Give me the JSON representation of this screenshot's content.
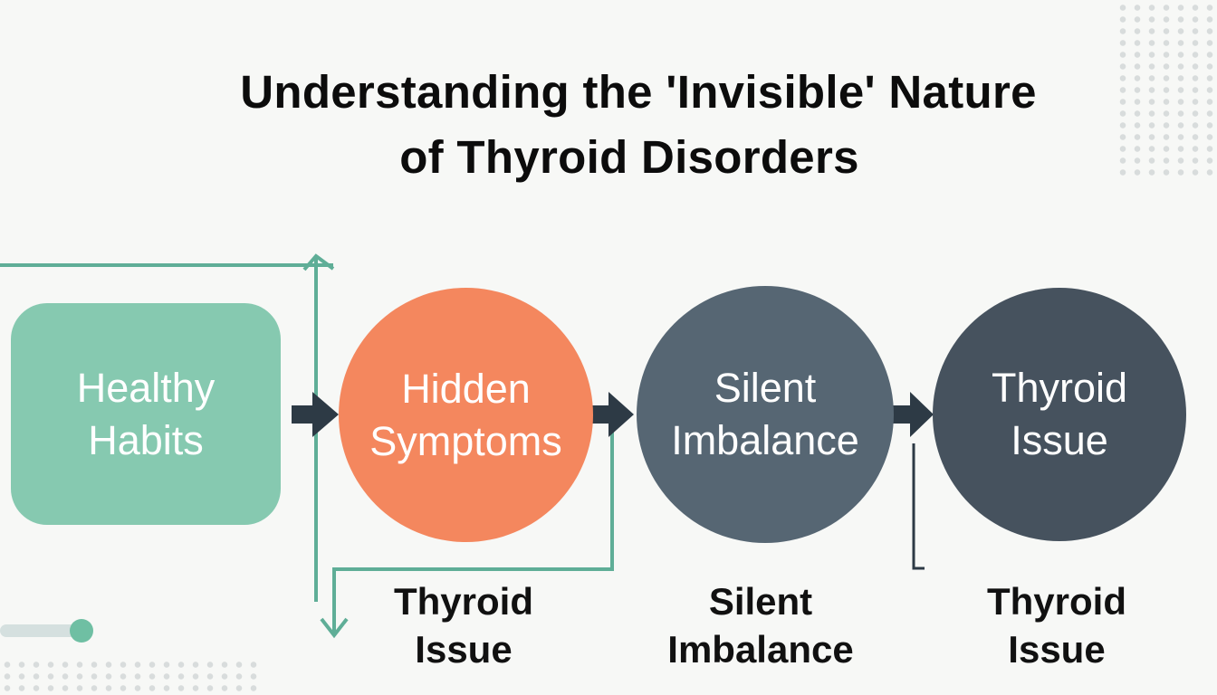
{
  "title": {
    "line1": "Understanding the 'Invisible' Nature",
    "line2": "of Thyroid Disorders"
  },
  "nodes": [
    {
      "line1": "Healthy",
      "line2": "Habits",
      "color": "#86c9b0"
    },
    {
      "line1": "Hidden",
      "line2": "Symptoms",
      "color": "#f4875e"
    },
    {
      "line1": "Silent",
      "line2": "Imbalance",
      "color": "#566673"
    },
    {
      "line1": "Thyroid",
      "line2": "Issue",
      "color": "#46525e"
    }
  ],
  "labels": [
    {
      "line1": "Thyroid",
      "line2": "Issue"
    },
    {
      "line1": "Silent",
      "line2": "Imbalance"
    },
    {
      "line1": "Thyroid",
      "line2": "Issue"
    }
  ],
  "colors": {
    "accent": "#5fae97",
    "arrow": "#2d3a45",
    "background": "#f7f8f6"
  }
}
